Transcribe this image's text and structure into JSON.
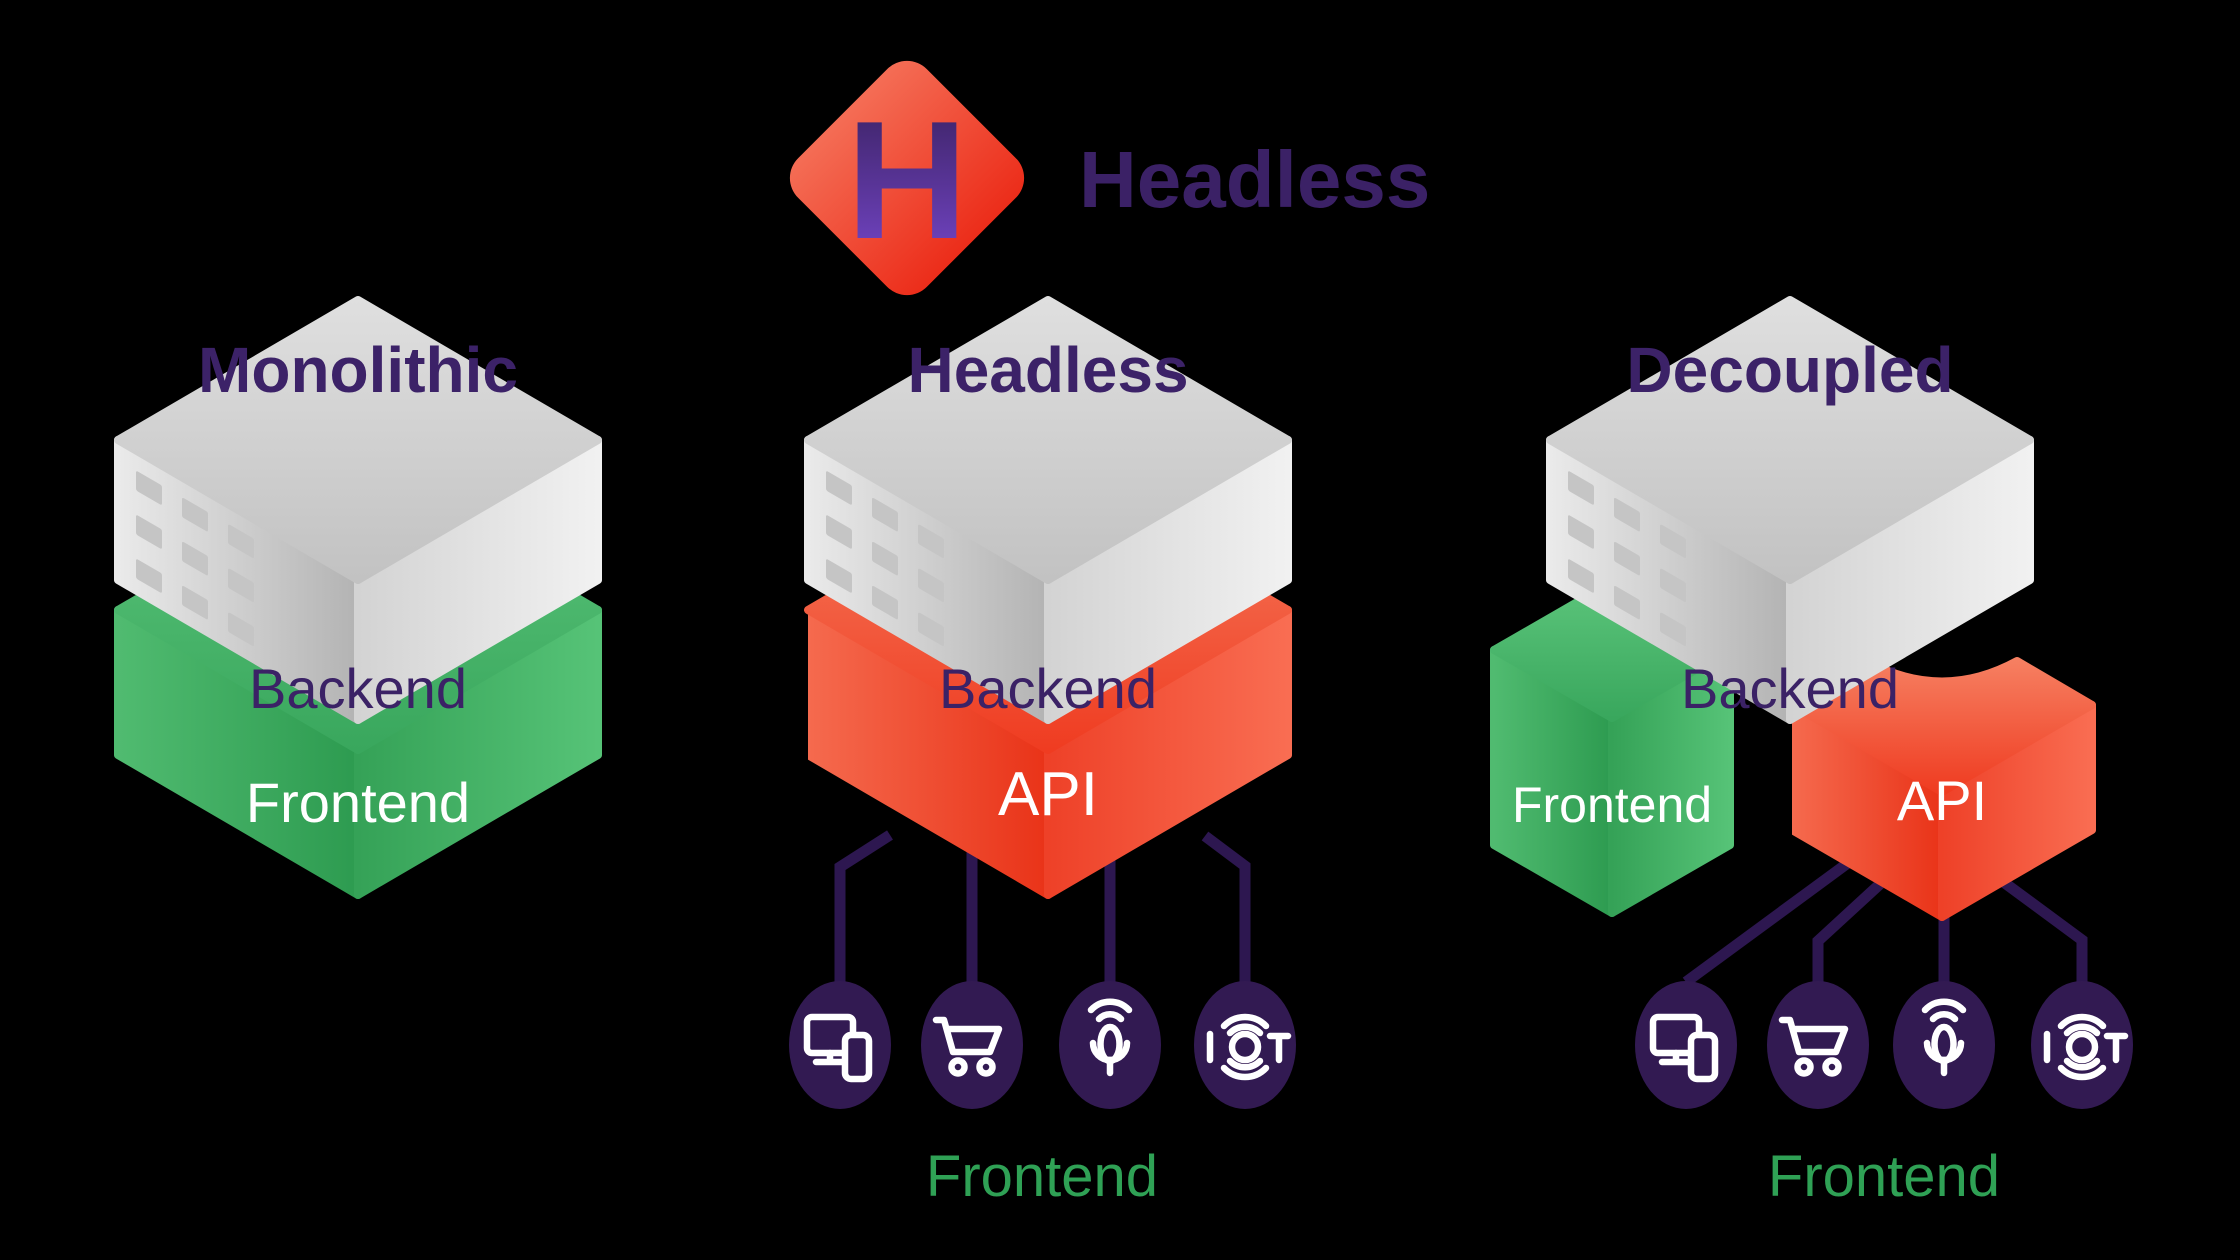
{
  "logo": {
    "letter": "H",
    "brand": "Headless",
    "diamond_color_left": "#f2634d",
    "diamond_color_right": "#ed2f1d",
    "letter_color_top": "#38205e",
    "letter_color_bottom": "#7647cb",
    "brand_color": "#3b2166"
  },
  "colors": {
    "background": "#000000",
    "title_text": "#3c2268",
    "backend_text": "#3b2266",
    "frontend_caption_green": "#2fa155",
    "connector_line": "#2d1750",
    "icon_circle": "#321a52",
    "gray_box": "#cdcdcd",
    "green_box": "#43b065",
    "red_box": "#f0452c"
  },
  "sections": [
    {
      "title": "Monolithic",
      "backend_label": "Backend",
      "frontend_label": "Frontend"
    },
    {
      "title": "Headless",
      "backend_label": "Backend",
      "api_label": "API",
      "frontend_caption": "Frontend",
      "channels": [
        "devices",
        "ecommerce-cart",
        "voice-assistant",
        "iot"
      ]
    },
    {
      "title": "Decoupled",
      "backend_label": "Backend",
      "frontend_box_label": "Frontend",
      "api_label": "API",
      "frontend_caption": "Frontend",
      "channels": [
        "devices",
        "ecommerce-cart",
        "voice-assistant",
        "iot"
      ]
    }
  ]
}
